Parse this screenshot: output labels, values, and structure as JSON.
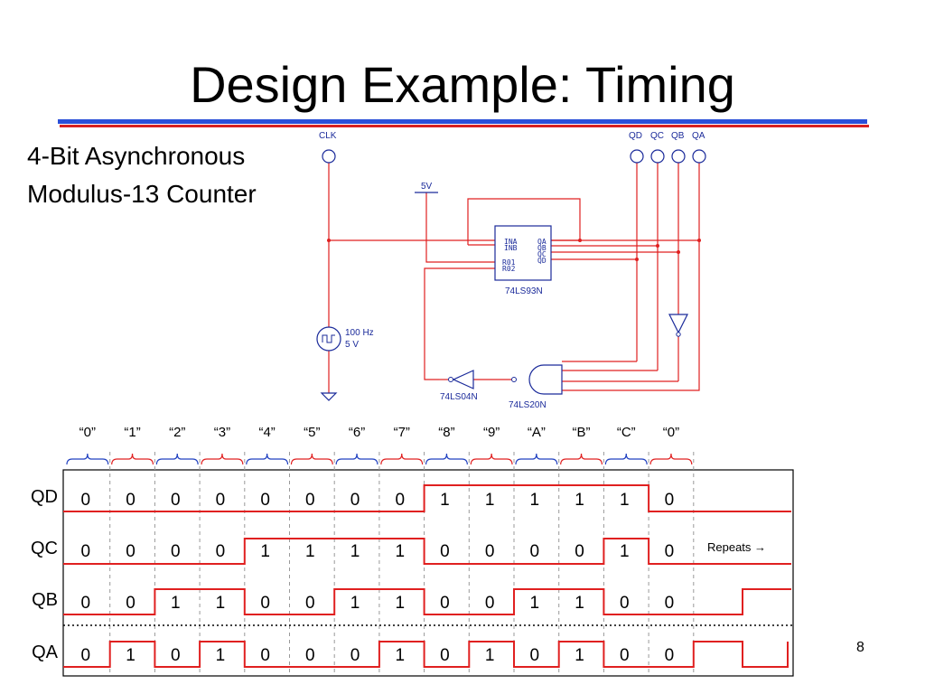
{
  "slide": {
    "title": "Design Example: Timing",
    "subtitle_line1": "4-Bit Asynchronous",
    "subtitle_line2": "Modulus-13 Counter",
    "page_number": "8"
  },
  "colors": {
    "rule_blue": "#2a4fd8",
    "rule_red": "#d62020",
    "wire": "#e02020",
    "component": "#1a2a9a"
  },
  "circuit": {
    "clk_label": "CLK",
    "output_labels": [
      "QD",
      "QC",
      "QB",
      "QA"
    ],
    "supply_label": "5V",
    "source_freq": "100 Hz",
    "source_volt": "5 V",
    "counter_ic": "74LS93N",
    "counter_pins_left": [
      "INA",
      "INB",
      "R01",
      "R02"
    ],
    "counter_pins_right": [
      "QA",
      "QB",
      "QC",
      "QD"
    ],
    "inverter_ic": "74LS04N",
    "nand_ic": "74LS20N"
  },
  "timing": {
    "state_labels": [
      "“0”",
      "“1”",
      "“2”",
      "“3”",
      "“4”",
      "“5”",
      "“6”",
      "“7”",
      "“8”",
      "“9”",
      "“A”",
      "“B”",
      "“C”",
      "“0”"
    ],
    "repeats_note": "Repeats →",
    "signals": [
      {
        "name": "QD",
        "bits": [
          0,
          0,
          0,
          0,
          0,
          0,
          0,
          0,
          1,
          1,
          1,
          1,
          1,
          0
        ],
        "after": "0"
      },
      {
        "name": "QC",
        "bits": [
          0,
          0,
          0,
          0,
          1,
          1,
          1,
          1,
          0,
          0,
          0,
          0,
          1,
          0
        ],
        "after": "0"
      },
      {
        "name": "QB",
        "bits": [
          0,
          0,
          1,
          1,
          0,
          0,
          1,
          1,
          0,
          0,
          1,
          1,
          0,
          0
        ],
        "after": "0-1"
      },
      {
        "name": "QA",
        "bits": [
          0,
          1,
          0,
          1,
          0,
          0,
          0,
          1,
          0,
          1,
          0,
          1,
          0,
          0
        ],
        "after": "0-1"
      }
    ]
  }
}
